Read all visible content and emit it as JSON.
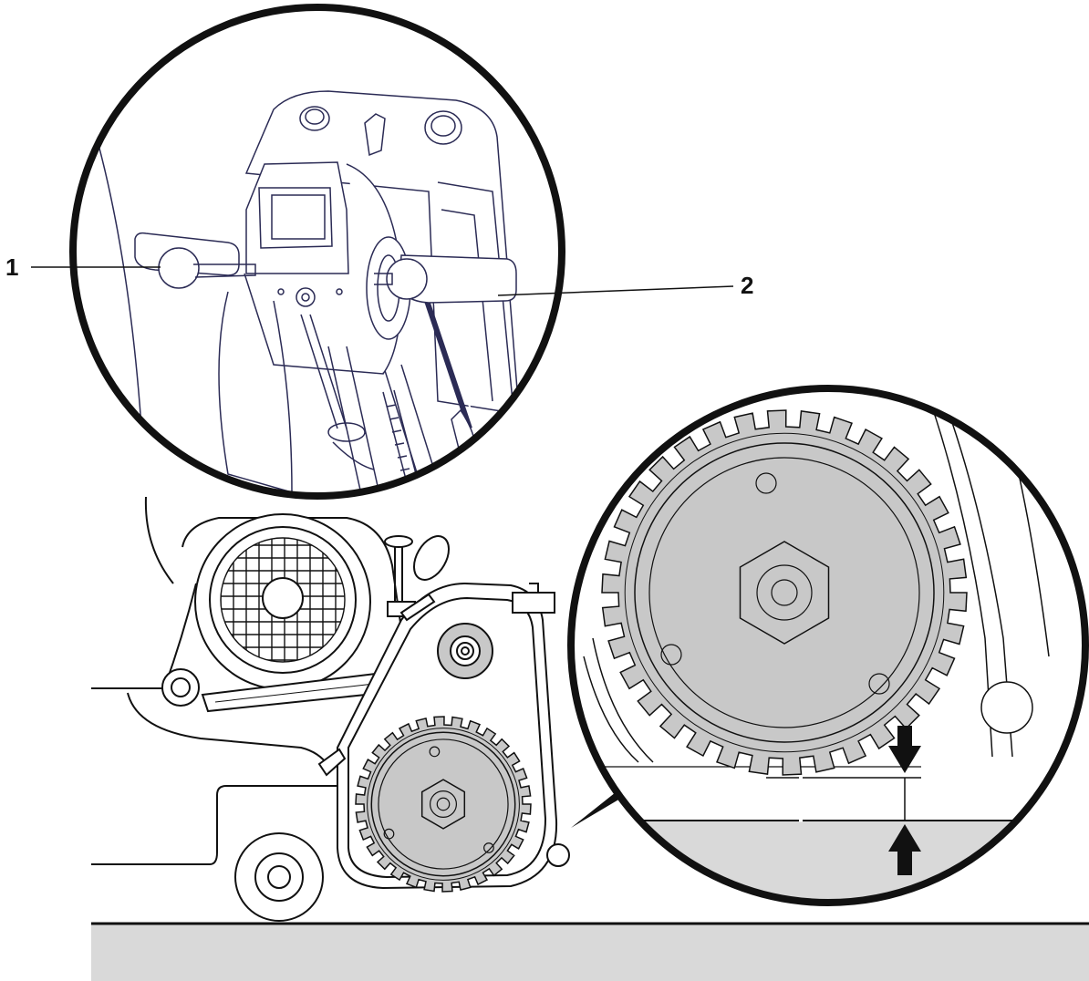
{
  "callouts": [
    {
      "label": "1",
      "part": "left-handle"
    },
    {
      "label": "2",
      "part": "right-handle"
    }
  ],
  "colors": {
    "line": "#111111",
    "detail_line": "#2b2b55",
    "drum_fill": "#c8c8c8",
    "floor_fill": "#d9d9d9",
    "background": "#ffffff"
  }
}
